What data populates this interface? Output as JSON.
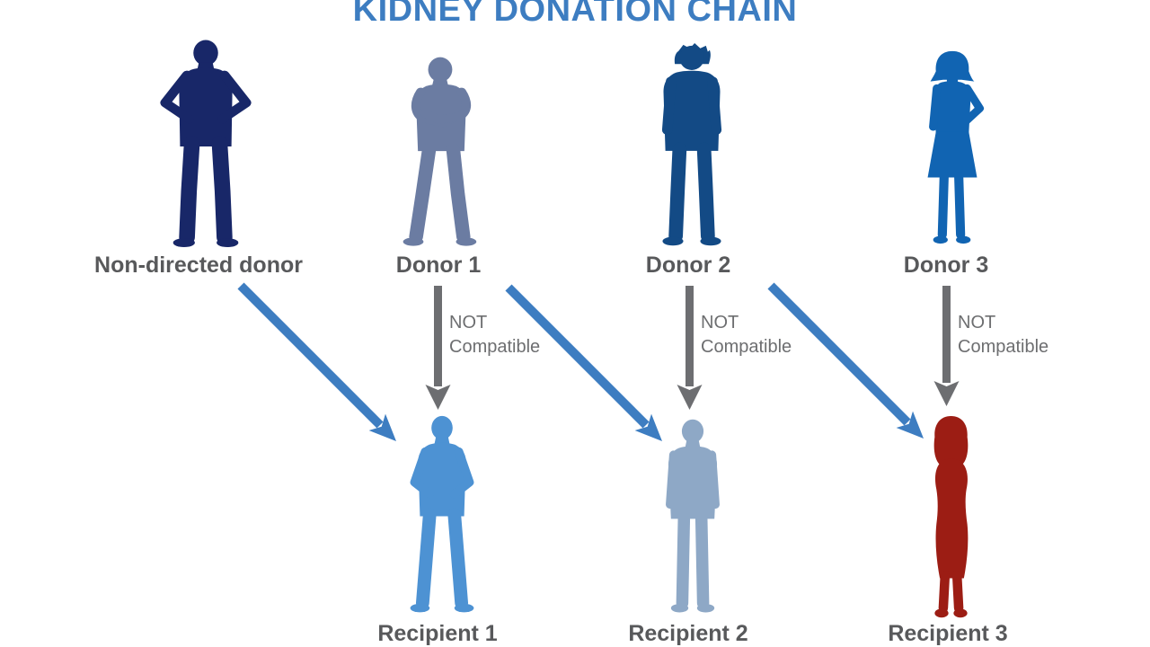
{
  "title": "KIDNEY DONATION CHAIN",
  "colors": {
    "background": "#ffffff",
    "title_blue": "#3d7dc1",
    "label_gray": "#58595b",
    "note_gray": "#6d6e70",
    "arrow_blue": "#3d7dc1",
    "arrow_gray": "#6d6e71"
  },
  "figures": {
    "top": [
      {
        "label": "Non-directed donor",
        "figure": "man-hands-on-hips",
        "color": "#182768"
      },
      {
        "label": "Donor 1",
        "figure": "person-arms-crossed",
        "color": "#6b7ca2"
      },
      {
        "label": "Donor 2",
        "figure": "man-hands-behind-back",
        "color": "#134a85"
      },
      {
        "label": "Donor 3",
        "figure": "woman-in-skirt",
        "color": "#1164b2"
      }
    ],
    "bottom": [
      {
        "label": "Recipient 1",
        "figure": "man-hands-in-pockets",
        "color": "#4d92d3"
      },
      {
        "label": "Recipient 2",
        "figure": "man-standing",
        "color": "#8ea8c6"
      },
      {
        "label": "Recipient 3",
        "figure": "woman-long-hair",
        "color": "#9c1d14"
      }
    ]
  },
  "notes": [
    {
      "line1": "NOT",
      "line2": "Compatible"
    },
    {
      "line1": "NOT",
      "line2": "Compatible"
    },
    {
      "line1": "NOT",
      "line2": "Compatible"
    }
  ],
  "chain": [
    {
      "from": "Non-directed donor",
      "to": "Recipient 1"
    },
    {
      "from": "Donor 1",
      "to": "Recipient 2"
    },
    {
      "from": "Donor 2",
      "to": "Recipient 3"
    }
  ]
}
